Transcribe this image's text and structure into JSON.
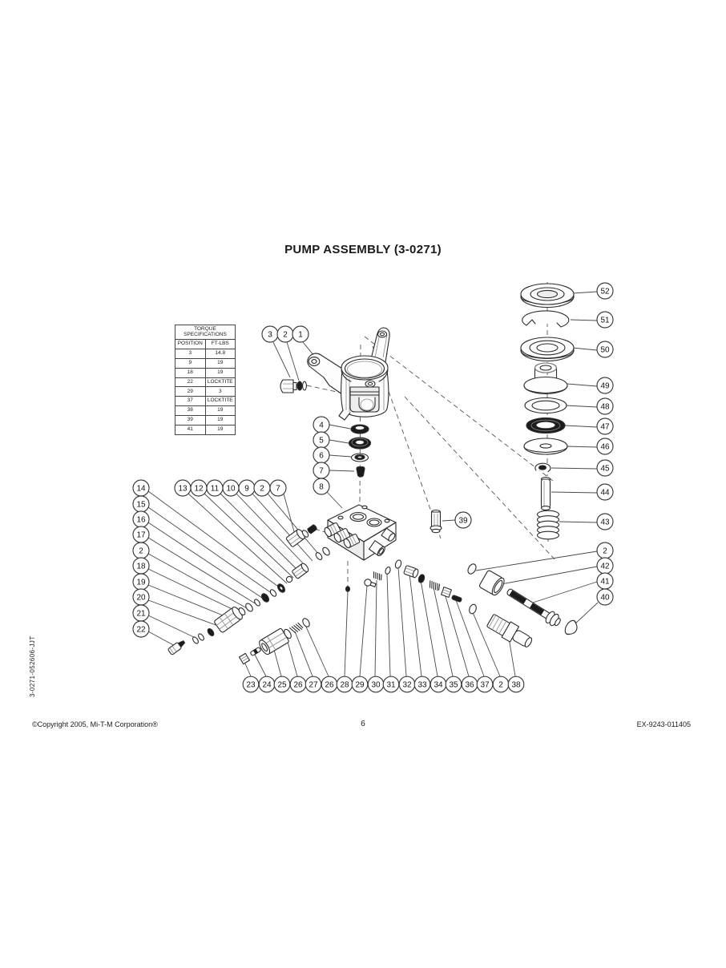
{
  "page": {
    "title": "PUMP ASSEMBLY (3-0271)",
    "side_code": "3-0271-052606-JJT",
    "footer": {
      "copyright": "©Copyright 2005, Mi-T-M Corporation®",
      "page_number": "6",
      "doc_code": "EX-9243-011405"
    }
  },
  "torque_table": {
    "title": "TORQUE SPECIFICATIONS",
    "columns": [
      "POSITION",
      "FT-LBS"
    ],
    "rows": [
      [
        "3",
        "14.8"
      ],
      [
        "9",
        "19"
      ],
      [
        "18",
        "19"
      ],
      [
        "22",
        "LOCKTITE"
      ],
      [
        "29",
        "3"
      ],
      [
        "37",
        "LOCKTITE"
      ],
      [
        "38",
        "19"
      ],
      [
        "39",
        "19"
      ],
      [
        "41",
        "19"
      ]
    ]
  },
  "balloons": [
    {
      "label": "3"
    },
    {
      "label": "2"
    },
    {
      "label": "1"
    },
    {
      "label": "4"
    },
    {
      "label": "5"
    },
    {
      "label": "6"
    },
    {
      "label": "7"
    },
    {
      "label": "8"
    },
    {
      "label": "13"
    },
    {
      "label": "12"
    },
    {
      "label": "11"
    },
    {
      "label": "10"
    },
    {
      "label": "9"
    },
    {
      "label": "2"
    },
    {
      "label": "7"
    },
    {
      "label": "14"
    },
    {
      "label": "15"
    },
    {
      "label": "16"
    },
    {
      "label": "17"
    },
    {
      "label": "2"
    },
    {
      "label": "18"
    },
    {
      "label": "19"
    },
    {
      "label": "20"
    },
    {
      "label": "21"
    },
    {
      "label": "22"
    },
    {
      "label": "23"
    },
    {
      "label": "24"
    },
    {
      "label": "25"
    },
    {
      "label": "26"
    },
    {
      "label": "27"
    },
    {
      "label": "26"
    },
    {
      "label": "28"
    },
    {
      "label": "29"
    },
    {
      "label": "30"
    },
    {
      "label": "31"
    },
    {
      "label": "32"
    },
    {
      "label": "33"
    },
    {
      "label": "34"
    },
    {
      "label": "35"
    },
    {
      "label": "36"
    },
    {
      "label": "37"
    },
    {
      "label": "2"
    },
    {
      "label": "38"
    },
    {
      "label": "39"
    },
    {
      "label": "2"
    },
    {
      "label": "42"
    },
    {
      "label": "41"
    },
    {
      "label": "40"
    },
    {
      "label": "52"
    },
    {
      "label": "51"
    },
    {
      "label": "50"
    },
    {
      "label": "49"
    },
    {
      "label": "48"
    },
    {
      "label": "47"
    },
    {
      "label": "46"
    },
    {
      "label": "45"
    },
    {
      "label": "44"
    },
    {
      "label": "43"
    }
  ],
  "colors": {
    "line": "#2b2b2b",
    "dark_fill": "#1c1c1c",
    "paper": "#ffffff"
  }
}
